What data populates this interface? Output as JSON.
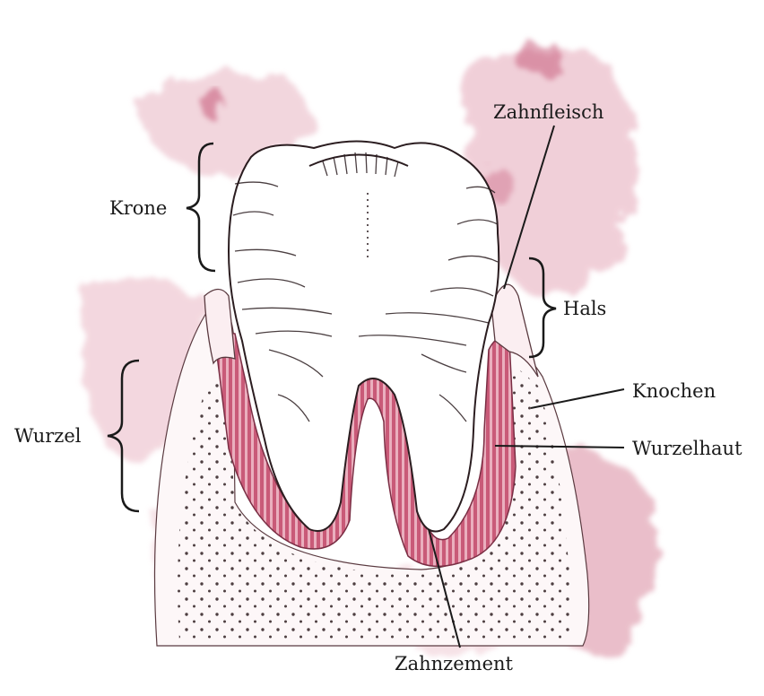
{
  "labels": {
    "krone": "Krone",
    "wurzel": "Wurzel",
    "zahnfleisch": "Zahnfleisch",
    "hals": "Hals",
    "knochen": "Knochen",
    "wurzelhaut": "Wurzelhaut",
    "zahnzement": "Zahnzement"
  },
  "colors": {
    "watercolor": "#c9617f",
    "membrane": "#c95a78",
    "membrane_stripe": "#f2c4cf",
    "ink": "#2b1d20",
    "label_text": "#1a1a1a"
  }
}
